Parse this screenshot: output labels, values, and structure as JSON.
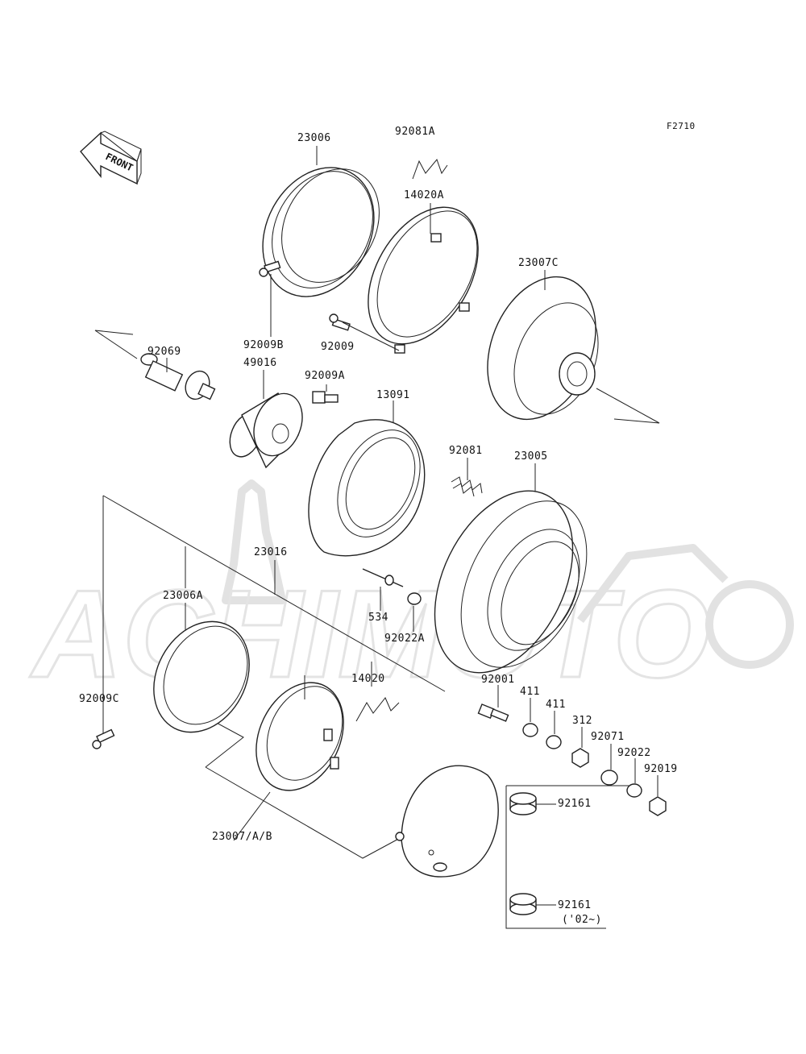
{
  "figure_code": "F2710",
  "front_badge": "FRONT",
  "parts": [
    {
      "id": "p-23006",
      "label": "23006"
    },
    {
      "id": "p-92081a",
      "label": "92081A"
    },
    {
      "id": "p-14020a",
      "label": "14020A"
    },
    {
      "id": "p-23007c",
      "label": "23007C"
    },
    {
      "id": "p-92069",
      "label": "92069"
    },
    {
      "id": "p-92009b",
      "label": "92009B"
    },
    {
      "id": "p-92009",
      "label": "92009"
    },
    {
      "id": "p-49016",
      "label": "49016"
    },
    {
      "id": "p-92009a",
      "label": "92009A"
    },
    {
      "id": "p-13091",
      "label": "13091"
    },
    {
      "id": "p-92081",
      "label": "92081"
    },
    {
      "id": "p-23005",
      "label": "23005"
    },
    {
      "id": "p-23016",
      "label": "23016"
    },
    {
      "id": "p-23006a",
      "label": "23006A"
    },
    {
      "id": "p-534",
      "label": "534"
    },
    {
      "id": "p-92022a",
      "label": "92022A"
    },
    {
      "id": "p-14020",
      "label": "14020"
    },
    {
      "id": "p-92001",
      "label": "92001"
    },
    {
      "id": "p-411a",
      "label": "411"
    },
    {
      "id": "p-411b",
      "label": "411"
    },
    {
      "id": "p-312",
      "label": "312"
    },
    {
      "id": "p-92071",
      "label": "92071"
    },
    {
      "id": "p-92022",
      "label": "92022"
    },
    {
      "id": "p-92019",
      "label": "92019"
    },
    {
      "id": "p-92009c",
      "label": "92009C"
    },
    {
      "id": "p-92161a",
      "label": "92161"
    },
    {
      "id": "p-92161b",
      "label": "92161"
    },
    {
      "id": "p-23007ab",
      "label": "23007/A/B"
    }
  ],
  "note_02": "('02~)",
  "watermark": "ACHIMOTO"
}
